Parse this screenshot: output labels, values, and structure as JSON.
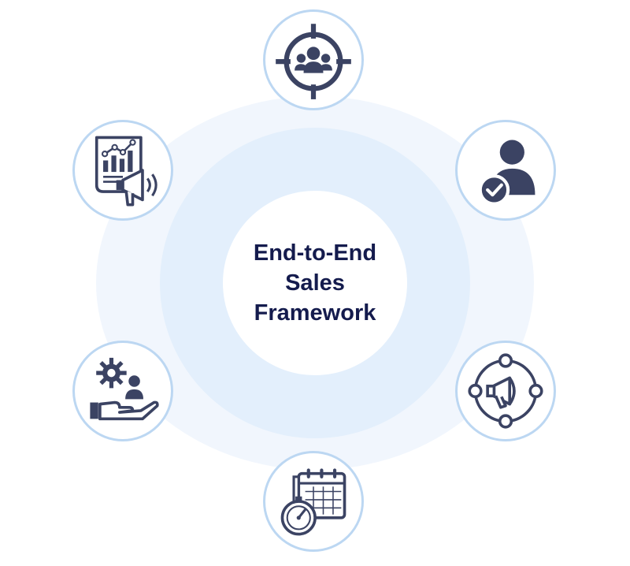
{
  "center": {
    "line1": "End-to-End",
    "line2": "Sales",
    "line3": "Framework"
  },
  "colors": {
    "icon": "#3b4363",
    "outer_ring": "#f1f6fd",
    "mid_ring": "#e3effc",
    "node_border": "#bcd7f2",
    "title": "#141b4d"
  },
  "nodes": [
    {
      "icon": "target-audience-icon"
    },
    {
      "icon": "verified-user-icon"
    },
    {
      "icon": "marketing-network-icon"
    },
    {
      "icon": "calendar-stopwatch-icon"
    },
    {
      "icon": "customer-service-hand-icon"
    },
    {
      "icon": "report-megaphone-icon"
    }
  ]
}
